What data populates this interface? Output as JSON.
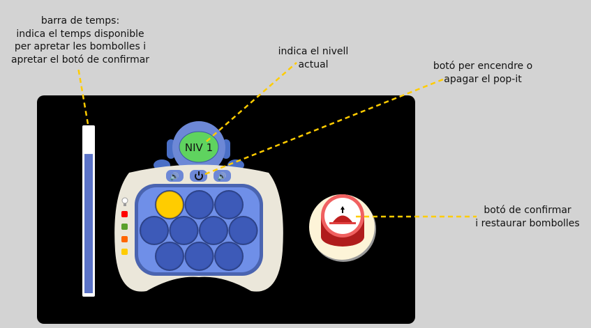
{
  "annotations": {
    "timer": [
      "barra de temps:",
      "indica el  temps disponible",
      "per apretar les bombolles i",
      "apretar el botó de confirmar"
    ],
    "level": [
      "indica el nivell",
      "actual"
    ],
    "power": [
      "botó per encendre o",
      "apagar el pop-it"
    ],
    "confirm": [
      "botó de confirmar",
      "i restaurar bombolles"
    ]
  },
  "device": {
    "level_label": "NIV 1",
    "timer_remaining": 0.84,
    "bubbles": [
      {
        "row": 1,
        "pressed": true
      },
      {
        "row": 1,
        "pressed": false
      },
      {
        "row": 1,
        "pressed": false
      },
      {
        "row": 2,
        "pressed": false
      },
      {
        "row": 2,
        "pressed": false
      },
      {
        "row": 2,
        "pressed": false
      },
      {
        "row": 2,
        "pressed": false
      },
      {
        "row": 3,
        "pressed": false
      },
      {
        "row": 3,
        "pressed": false
      },
      {
        "row": 3,
        "pressed": false
      }
    ],
    "leds": [
      "#ff0000",
      "#5aa02c",
      "#ff6600",
      "#ffcc00"
    ],
    "buttons": [
      "sound-effects-icon",
      "power-icon",
      "volume-icon"
    ]
  },
  "colors": {
    "annotation_line": "#ffcc00",
    "bubble": "#3d5ab8",
    "bubble_pressed": "#ffcc00",
    "board": "#6f8fe8",
    "body": "#ebe7da",
    "face": "#5fd35f"
  }
}
